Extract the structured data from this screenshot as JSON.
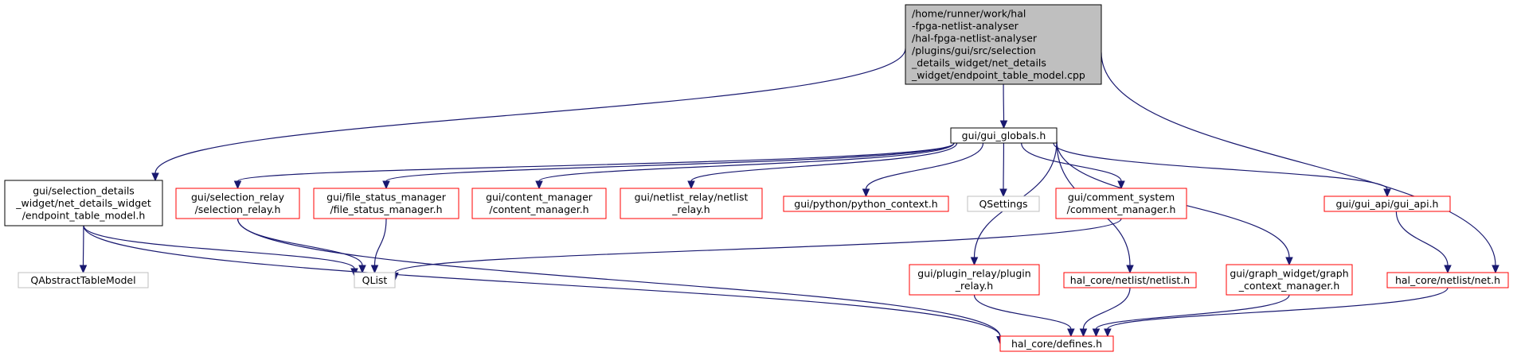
{
  "nodes": {
    "root": {
      "lines": [
        "/home/runner/work/hal",
        "-fpga-netlist-analyser",
        "/hal-fpga-netlist-analyser",
        "/plugins/gui/src/selection",
        "_details_widget/net_details",
        "_widget/endpoint_table_model.cpp"
      ],
      "style": "root"
    },
    "gui_globals": {
      "lines": [
        "gui/gui_globals.h"
      ],
      "style": "black"
    },
    "endpoint_model_h": {
      "lines": [
        "gui/selection_details",
        "_widget/net_details_widget",
        "/endpoint_table_model.h"
      ],
      "style": "black"
    },
    "selection_relay": {
      "lines": [
        "gui/selection_relay",
        "/selection_relay.h"
      ],
      "style": "red"
    },
    "file_status": {
      "lines": [
        "gui/file_status_manager",
        "/file_status_manager.h"
      ],
      "style": "red"
    },
    "content_manager": {
      "lines": [
        "gui/content_manager",
        "/content_manager.h"
      ],
      "style": "red"
    },
    "netlist_relay": {
      "lines": [
        "gui/netlist_relay/netlist",
        "_relay.h"
      ],
      "style": "red"
    },
    "python_context": {
      "lines": [
        "gui/python/python_context.h"
      ],
      "style": "red"
    },
    "qsettings": {
      "lines": [
        "QSettings"
      ],
      "style": "gray"
    },
    "comment_manager": {
      "lines": [
        "gui/comment_system",
        "/comment_manager.h"
      ],
      "style": "red"
    },
    "gui_api": {
      "lines": [
        "gui/gui_api/gui_api.h"
      ],
      "style": "red"
    },
    "qabstracttablemodel": {
      "lines": [
        "QAbstractTableModel"
      ],
      "style": "gray"
    },
    "qlist": {
      "lines": [
        "QList"
      ],
      "style": "gray"
    },
    "plugin_relay": {
      "lines": [
        "gui/plugin_relay/plugin",
        "_relay.h"
      ],
      "style": "red"
    },
    "netlist_h": {
      "lines": [
        "hal_core/netlist/netlist.h"
      ],
      "style": "red"
    },
    "graph_context": {
      "lines": [
        "gui/graph_widget/graph",
        "_context_manager.h"
      ],
      "style": "red"
    },
    "net_h": {
      "lines": [
        "hal_core/netlist/net.h"
      ],
      "style": "red"
    },
    "defines_h": {
      "lines": [
        "hal_core/defines.h"
      ],
      "style": "red"
    }
  },
  "edges": [
    [
      "root",
      "gui_globals"
    ],
    [
      "root",
      "endpoint_model_h"
    ],
    [
      "root",
      "net_h"
    ],
    [
      "gui_globals",
      "selection_relay"
    ],
    [
      "gui_globals",
      "file_status"
    ],
    [
      "gui_globals",
      "content_manager"
    ],
    [
      "gui_globals",
      "netlist_relay"
    ],
    [
      "gui_globals",
      "python_context"
    ],
    [
      "gui_globals",
      "qsettings"
    ],
    [
      "gui_globals",
      "comment_manager"
    ],
    [
      "gui_globals",
      "gui_api"
    ],
    [
      "gui_globals",
      "plugin_relay"
    ],
    [
      "gui_globals",
      "netlist_h"
    ],
    [
      "gui_globals",
      "graph_context"
    ],
    [
      "endpoint_model_h",
      "qabstracttablemodel"
    ],
    [
      "endpoint_model_h",
      "qlist"
    ],
    [
      "endpoint_model_h",
      "defines_h"
    ],
    [
      "selection_relay",
      "qlist"
    ],
    [
      "selection_relay",
      "defines_h"
    ],
    [
      "file_status",
      "qlist"
    ],
    [
      "comment_manager",
      "qlist"
    ],
    [
      "gui_api",
      "net_h"
    ],
    [
      "plugin_relay",
      "defines_h"
    ],
    [
      "netlist_h",
      "defines_h"
    ],
    [
      "graph_context",
      "defines_h"
    ],
    [
      "net_h",
      "defines_h"
    ]
  ],
  "colors": {
    "edge": "#191970",
    "red_border": "#ff0000",
    "gray_border": "#bfbfbf",
    "black_border": "#000000",
    "root_fill": "#bfbfbf"
  }
}
